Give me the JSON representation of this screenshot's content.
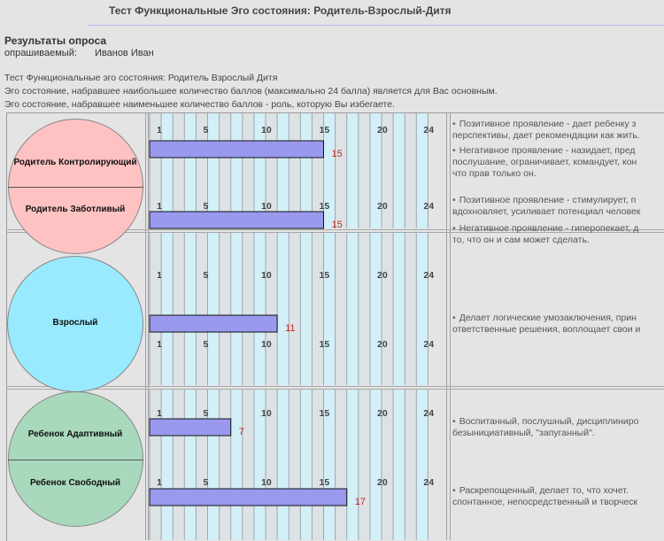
{
  "header": {
    "title": "Тест Функциональные Эго состояния: Родитель-Взрослый-Дитя"
  },
  "results": {
    "title": "Результаты опроса",
    "respondent_label": "опрашиваемый:",
    "respondent_name": "Иванов Иван"
  },
  "intro": {
    "line1": "Тест Функциональные эго состояния: Родитель Взрослый Дитя",
    "line2": "Эго состояние, набравшее наибольшее количество баллов (максимально 24 балла) является для Вас основным.",
    "line3": "Эго состояние, набравшее наименьшее количество баллов - роль, которую Вы избегаете."
  },
  "groups": [
    {
      "id": "parent",
      "color": "#ffc2c2"
    },
    {
      "id": "adult",
      "color": "#99eaff"
    },
    {
      "id": "child",
      "color": "#a9d9bc"
    }
  ],
  "chart_data": {
    "type": "bar",
    "orientation": "horizontal",
    "categories": [
      "Родитель Контролирующий",
      "Родитель Заботливый",
      "Взрослый",
      "Ребенок Адаптивный",
      "Ребенок Свободный"
    ],
    "values": [
      15,
      15,
      11,
      7,
      17
    ],
    "tick_labels": [
      "1",
      "5",
      "10",
      "15",
      "20",
      "24"
    ],
    "xlim": [
      0,
      24
    ],
    "bar_color": "#9999ee",
    "value_label_color": "#cc2222",
    "grid": true
  },
  "descriptions": [
    {
      "items": [
        [
          "Позитивное проявление - дает ребенку з",
          "перспективы, дает рекомендации как жить."
        ],
        [
          "Негативное проявление - назидает, пред",
          "послушание, ограничивает, командует, кон",
          "что прав только он."
        ]
      ]
    },
    {
      "items": [
        [
          "Позитивное проявление - стимулирует, п",
          "вдохновляет, усиливает потенциал человек"
        ],
        [
          "Негативное проявление - гиперопекает, д",
          "то, что он и сам может сделать."
        ]
      ]
    },
    {
      "items": [
        [
          "Делает логические умозаключения, прин",
          "ответственные решения, воплощает свои и"
        ]
      ]
    },
    {
      "items": [
        [
          "Воспитанный, послушный, дисциплиниро",
          "безынициативный, \"запуганный\"."
        ]
      ]
    },
    {
      "items": [
        [
          "Раскрепощенный, делает то, что хочет. ",
          "спонтанное, непосредственный и творческ"
        ]
      ]
    }
  ]
}
